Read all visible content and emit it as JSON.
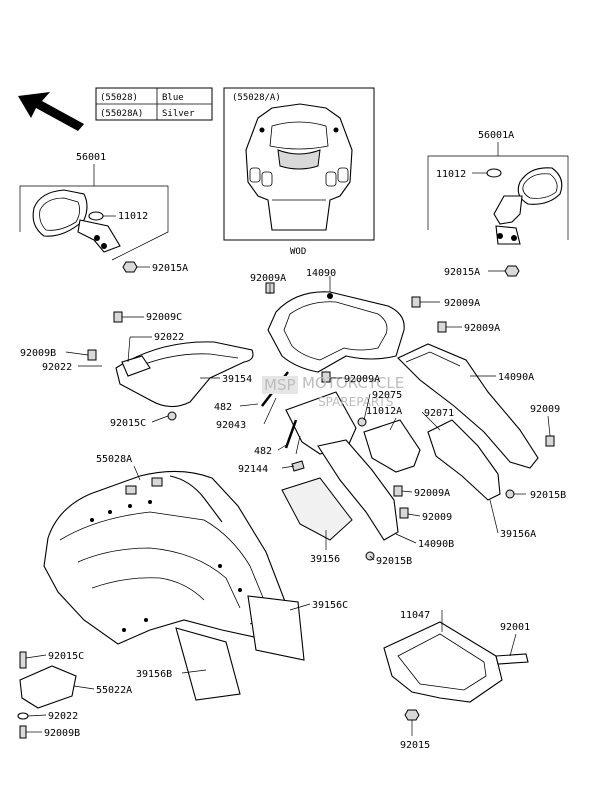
{
  "legend": {
    "rows": [
      {
        "code": "(55028)",
        "color": "Blue"
      },
      {
        "code": "(55028A)",
        "color": "Silver"
      }
    ]
  },
  "inset": {
    "title": "(55028/A)",
    "caption": "WOD"
  },
  "watermark": {
    "logo": "MSP",
    "line1": "MOTORCYCLE",
    "line2": "SPAREPARTS"
  },
  "labels": {
    "l56001": "56001",
    "l11012_left": "11012",
    "l92015A_left": "92015A",
    "l56001A": "56001A",
    "l11012_right": "11012",
    "l92015A_right": "92015A",
    "l92009A_a": "92009A",
    "l14090": "14090",
    "l92009A_b": "92009A",
    "l92009A_c": "92009A",
    "l92009C": "92009C",
    "l92022_top": "92022",
    "l92009B_top": "92009B",
    "l92022_mid": "92022",
    "l39154": "39154",
    "l92009A_d": "92009A",
    "l14090A": "14090A",
    "l482_a": "482",
    "l92075": "92075",
    "l11012A": "11012A",
    "l92071": "92071",
    "l92009_right": "92009",
    "l92015C_a": "92015C",
    "l92043": "92043",
    "l482_b": "482",
    "l92144": "92144",
    "l55028A": "55028A",
    "l92009A_e": "92009A",
    "l92015B_right": "92015B",
    "l92009_mid": "92009",
    "l39156A": "39156A",
    "l14090B": "14090B",
    "l39156": "39156",
    "l92015B_mid": "92015B",
    "l39156C": "39156C",
    "l11047": "11047",
    "l92001": "92001",
    "l92015C_b": "92015C",
    "l55022A": "55022A",
    "l39156B": "39156B",
    "l92022_bottom": "92022",
    "l92009B_bottom": "92009B",
    "l92015_bottom": "92015"
  }
}
